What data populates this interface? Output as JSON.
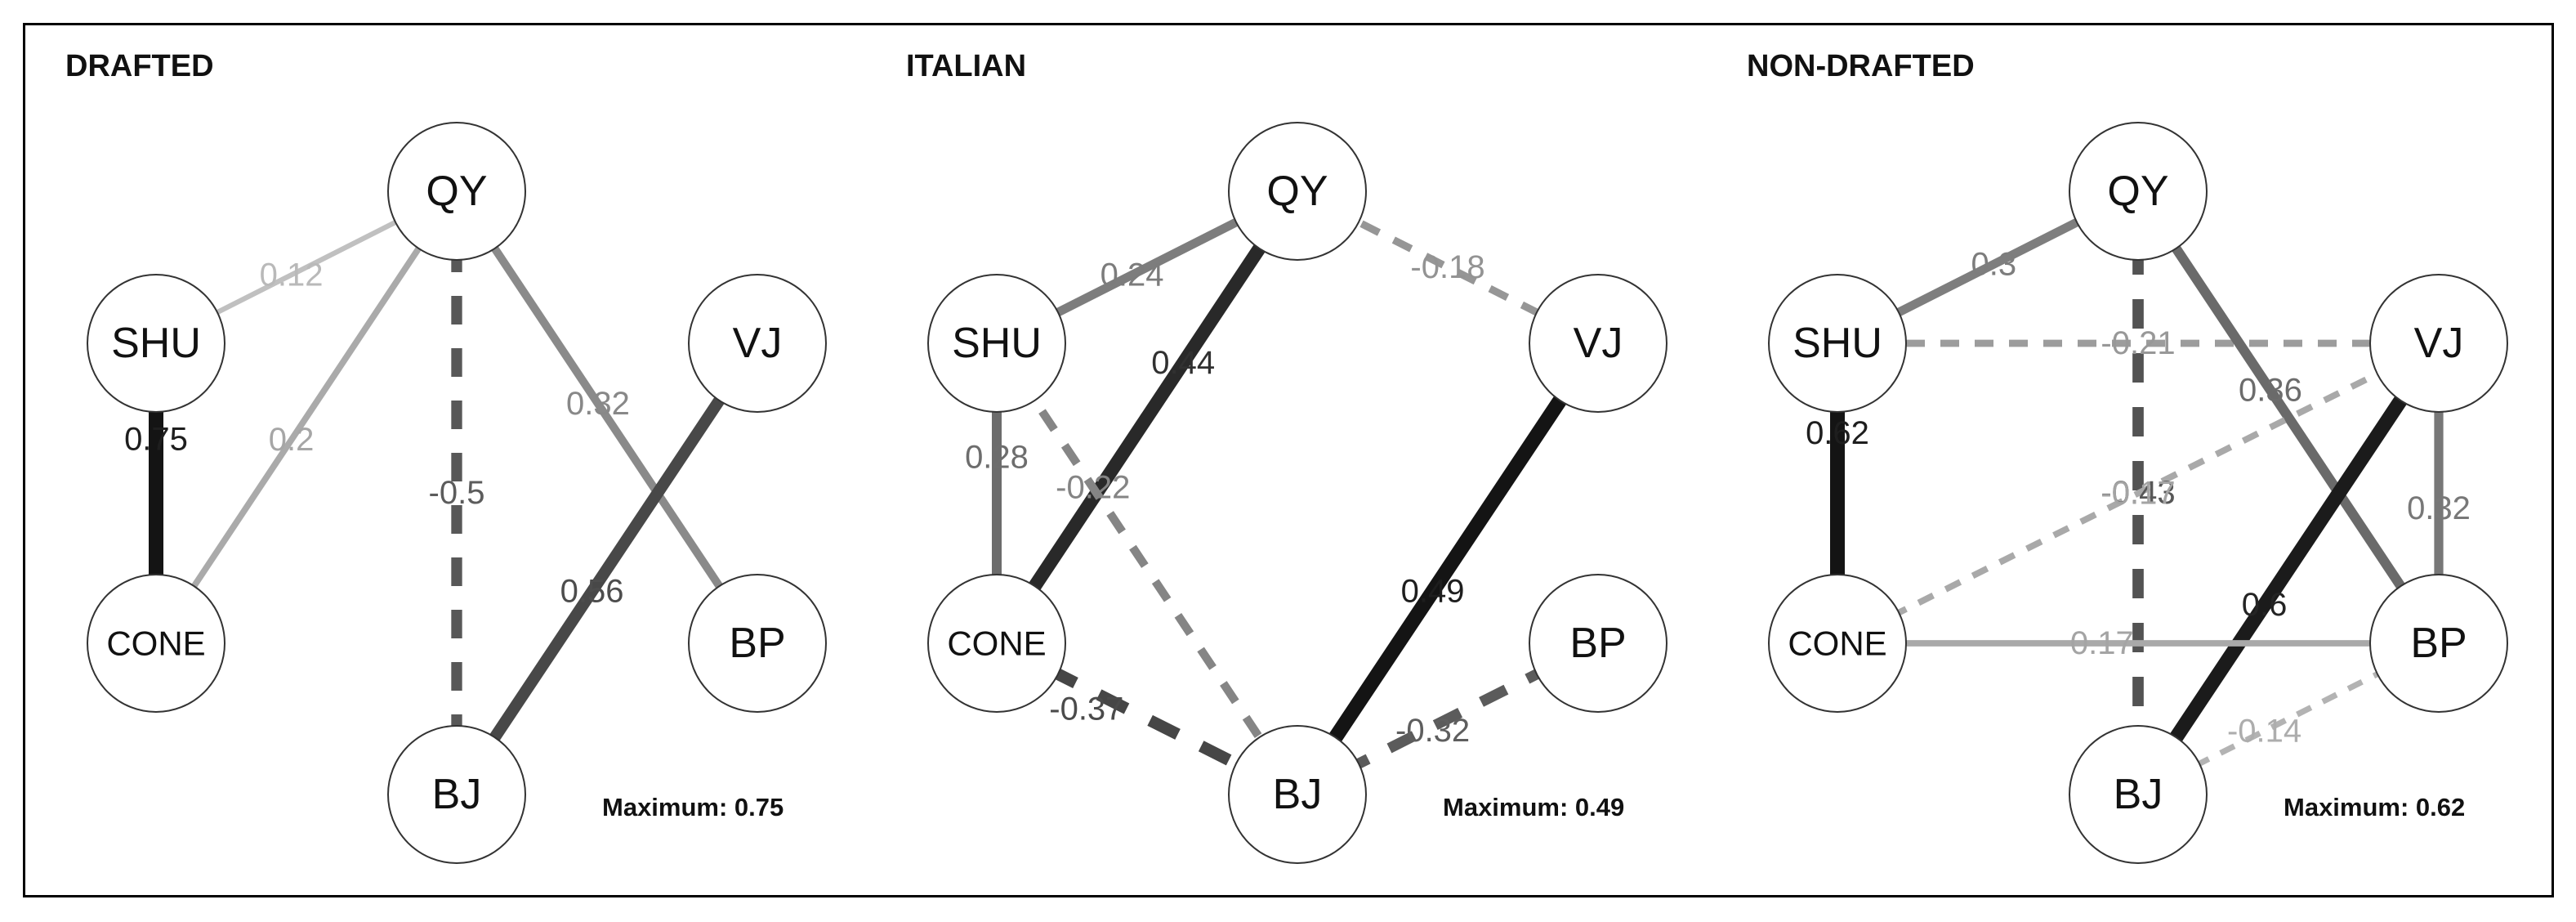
{
  "figure": {
    "panels": [
      {
        "title": "DRAFTED",
        "maximum_label": "Maximum: 0.75",
        "nodes": [
          "QY",
          "SHU",
          "VJ",
          "CONE",
          "BP",
          "BJ"
        ],
        "edges": [
          {
            "from": "SHU",
            "to": "CONE",
            "weight": 0.75,
            "label": "0.75"
          },
          {
            "from": "QY",
            "to": "SHU",
            "weight": 0.12,
            "label": "0.12"
          },
          {
            "from": "QY",
            "to": "CONE",
            "weight": 0.2,
            "label": "0.2"
          },
          {
            "from": "QY",
            "to": "BP",
            "weight": 0.32,
            "label": "0.32"
          },
          {
            "from": "QY",
            "to": "BJ",
            "weight": -0.5,
            "label": "-0.5"
          },
          {
            "from": "VJ",
            "to": "BJ",
            "weight": 0.56,
            "label": "0.56"
          }
        ]
      },
      {
        "title": "ITALIAN",
        "maximum_label": "Maximum: 0.49",
        "nodes": [
          "QY",
          "SHU",
          "VJ",
          "CONE",
          "BP",
          "BJ"
        ],
        "edges": [
          {
            "from": "QY",
            "to": "SHU",
            "weight": 0.24,
            "label": "0.24"
          },
          {
            "from": "QY",
            "to": "VJ",
            "weight": -0.18,
            "label": "-0.18"
          },
          {
            "from": "QY",
            "to": "CONE",
            "weight": 0.44,
            "label": "0.44"
          },
          {
            "from": "SHU",
            "to": "CONE",
            "weight": 0.28,
            "label": "0.28"
          },
          {
            "from": "SHU",
            "to": "BJ",
            "weight": -0.22,
            "label": "-0.22"
          },
          {
            "from": "VJ",
            "to": "BJ",
            "weight": 0.49,
            "label": "0.49"
          },
          {
            "from": "CONE",
            "to": "BJ",
            "weight": -0.37,
            "label": "-0.37"
          },
          {
            "from": "BP",
            "to": "BJ",
            "weight": -0.32,
            "label": "-0.32"
          }
        ]
      },
      {
        "title": "NON-DRAFTED",
        "maximum_label": "Maximum: 0.62",
        "nodes": [
          "QY",
          "SHU",
          "VJ",
          "CONE",
          "BP",
          "BJ"
        ],
        "edges": [
          {
            "from": "QY",
            "to": "SHU",
            "weight": 0.3,
            "label": "0.3"
          },
          {
            "from": "SHU",
            "to": "VJ",
            "weight": -0.21,
            "label": "-0.21"
          },
          {
            "from": "SHU",
            "to": "CONE",
            "weight": 0.62,
            "label": "0.62"
          },
          {
            "from": "QY",
            "to": "BJ",
            "weight": -0.43,
            "label": "-0.43"
          },
          {
            "from": "QY",
            "to": "BP",
            "weight": 0.36,
            "label": "0.36"
          },
          {
            "from": "CONE",
            "to": "VJ",
            "weight": -0.17,
            "label": "-0.17"
          },
          {
            "from": "VJ",
            "to": "BP",
            "weight": 0.32,
            "label": "0.32"
          },
          {
            "from": "VJ",
            "to": "BJ",
            "weight": 0.6,
            "label": "0.6"
          },
          {
            "from": "CONE",
            "to": "BP",
            "weight": 0.17,
            "label": "0.17"
          },
          {
            "from": "BP",
            "to": "BJ",
            "weight": -0.14,
            "label": "-0.14"
          }
        ]
      }
    ]
  }
}
